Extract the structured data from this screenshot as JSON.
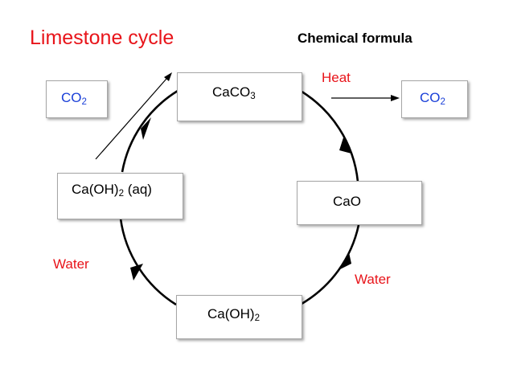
{
  "title": "Limestone cycle",
  "subtitle": "Chemical formula",
  "boxes": {
    "caco3": {
      "main": "CaCO",
      "sub": "3",
      "tail": ""
    },
    "cao": {
      "main": "CaO"
    },
    "caoh2": {
      "main": "Ca(OH)",
      "sub": "2"
    },
    "caoh2_aq": {
      "main": "Ca(OH)",
      "sub": "2",
      "tail": " (aq)"
    },
    "co2_left": {
      "main": "CO",
      "sub": "2"
    },
    "co2_right": {
      "main": "CO",
      "sub": "2"
    }
  },
  "labels": {
    "heat": "Heat",
    "water_right": "Water",
    "water_left": "Water"
  },
  "colors": {
    "title": "#e8141a",
    "labels": "#e8141a",
    "co2_text": "#1a3fd8",
    "arrows": "#000000"
  }
}
